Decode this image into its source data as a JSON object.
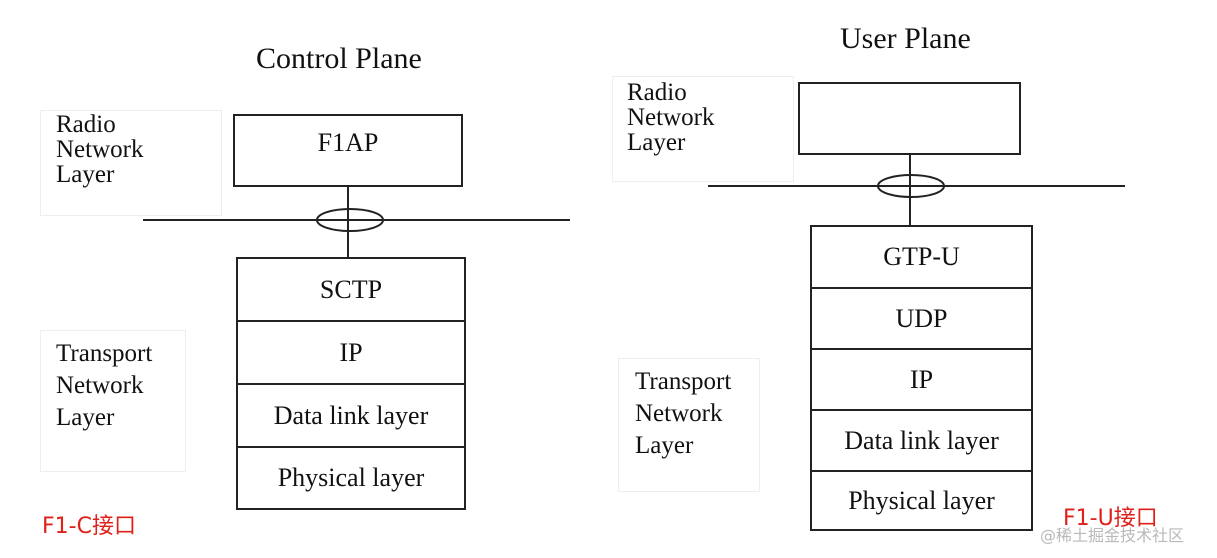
{
  "control_plane": {
    "title": "Control Plane",
    "radio_label": [
      "Radio",
      "Network",
      "Layer"
    ],
    "protocol_box": "F1AP",
    "stack": [
      "SCTP",
      "IP",
      "Data link layer",
      "Physical layer"
    ],
    "transport_label": [
      "Transport",
      "Network",
      "Layer"
    ],
    "caption": "F1-C接口"
  },
  "user_plane": {
    "title": "User Plane",
    "radio_label": [
      "Radio",
      "Network",
      "Layer"
    ],
    "protocol_box": "",
    "stack": [
      "GTP-U",
      "UDP",
      "IP",
      "Data link layer",
      "Physical layer"
    ],
    "transport_label": [
      "Transport",
      "Network",
      "Layer"
    ],
    "caption": "F1-U接口"
  },
  "watermark": "@稀土掘金技术社区"
}
